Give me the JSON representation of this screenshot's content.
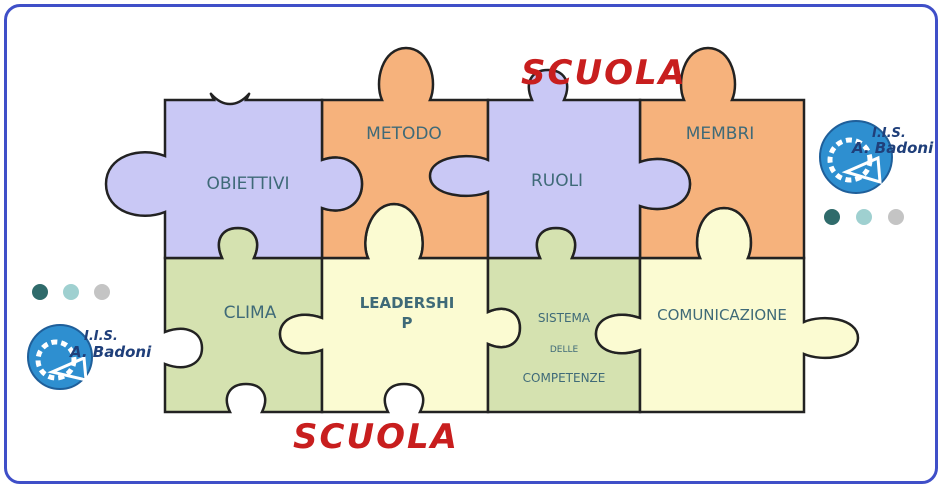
{
  "words": {
    "scuola_top": "SCUOLA",
    "scuola_bottom": "SCUOLA"
  },
  "pieces": {
    "obiettivi": "OBIETTIVI",
    "metodo": "METODO",
    "ruoli": "RUOLI",
    "membri": "MEMBRI",
    "clima": "CLIMA",
    "leadership_1": "LEADERSHI",
    "leadership_2": "P",
    "sistema_1": "SISTEMA",
    "sistema_2": "DELLE",
    "sistema_3": "COMPETENZE",
    "comunicazione": "COMUNICAZIONE"
  },
  "logo": {
    "line1": "I.I.S.",
    "line2": "A. Badoni"
  },
  "colors": {
    "frame": "#3f4fc8",
    "lavender": "#c9c8f5",
    "orange": "#f6b27c",
    "green": "#d5e2b0",
    "cream": "#fbfbd2",
    "scuola": "#c81e1e",
    "dots": [
      "#2f6b6b",
      "#9fd0d0",
      "#c4c4c4"
    ]
  }
}
